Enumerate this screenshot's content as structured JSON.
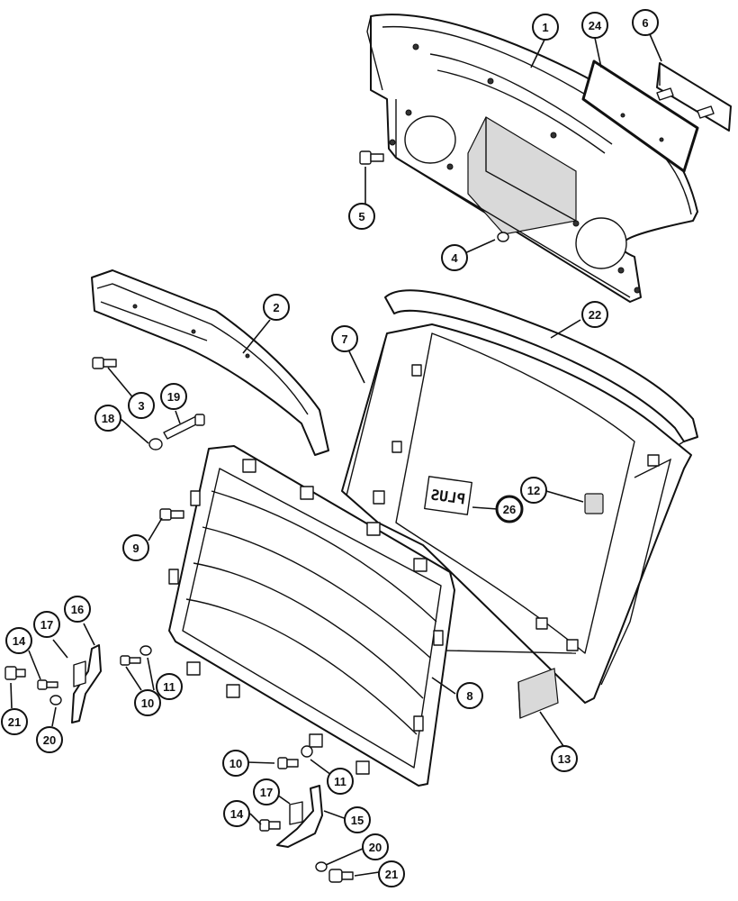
{
  "diagram": {
    "callouts": [
      {
        "id": "c1",
        "label": "1"
      },
      {
        "id": "c24",
        "label": "24"
      },
      {
        "id": "c6",
        "label": "6"
      },
      {
        "id": "c5",
        "label": "5"
      },
      {
        "id": "c4",
        "label": "4"
      },
      {
        "id": "c2",
        "label": "2"
      },
      {
        "id": "c22",
        "label": "22"
      },
      {
        "id": "c7",
        "label": "7"
      },
      {
        "id": "c3",
        "label": "3"
      },
      {
        "id": "c19",
        "label": "19"
      },
      {
        "id": "c18",
        "label": "18"
      },
      {
        "id": "c9",
        "label": "9"
      },
      {
        "id": "c12",
        "label": "12"
      },
      {
        "id": "c26",
        "label": "26"
      },
      {
        "id": "c17a",
        "label": "17"
      },
      {
        "id": "c16",
        "label": "16"
      },
      {
        "id": "c14a",
        "label": "14"
      },
      {
        "id": "c10a",
        "label": "10"
      },
      {
        "id": "c11a",
        "label": "11"
      },
      {
        "id": "c8",
        "label": "8"
      },
      {
        "id": "c21a",
        "label": "21"
      },
      {
        "id": "c20a",
        "label": "20"
      },
      {
        "id": "c13",
        "label": "13"
      },
      {
        "id": "c10b",
        "label": "10"
      },
      {
        "id": "c11b",
        "label": "11"
      },
      {
        "id": "c17b",
        "label": "17"
      },
      {
        "id": "c15",
        "label": "15"
      },
      {
        "id": "c14b",
        "label": "14"
      },
      {
        "id": "c20b",
        "label": "20"
      },
      {
        "id": "c21b",
        "label": "21"
      }
    ],
    "decal_text": "PLUS"
  }
}
